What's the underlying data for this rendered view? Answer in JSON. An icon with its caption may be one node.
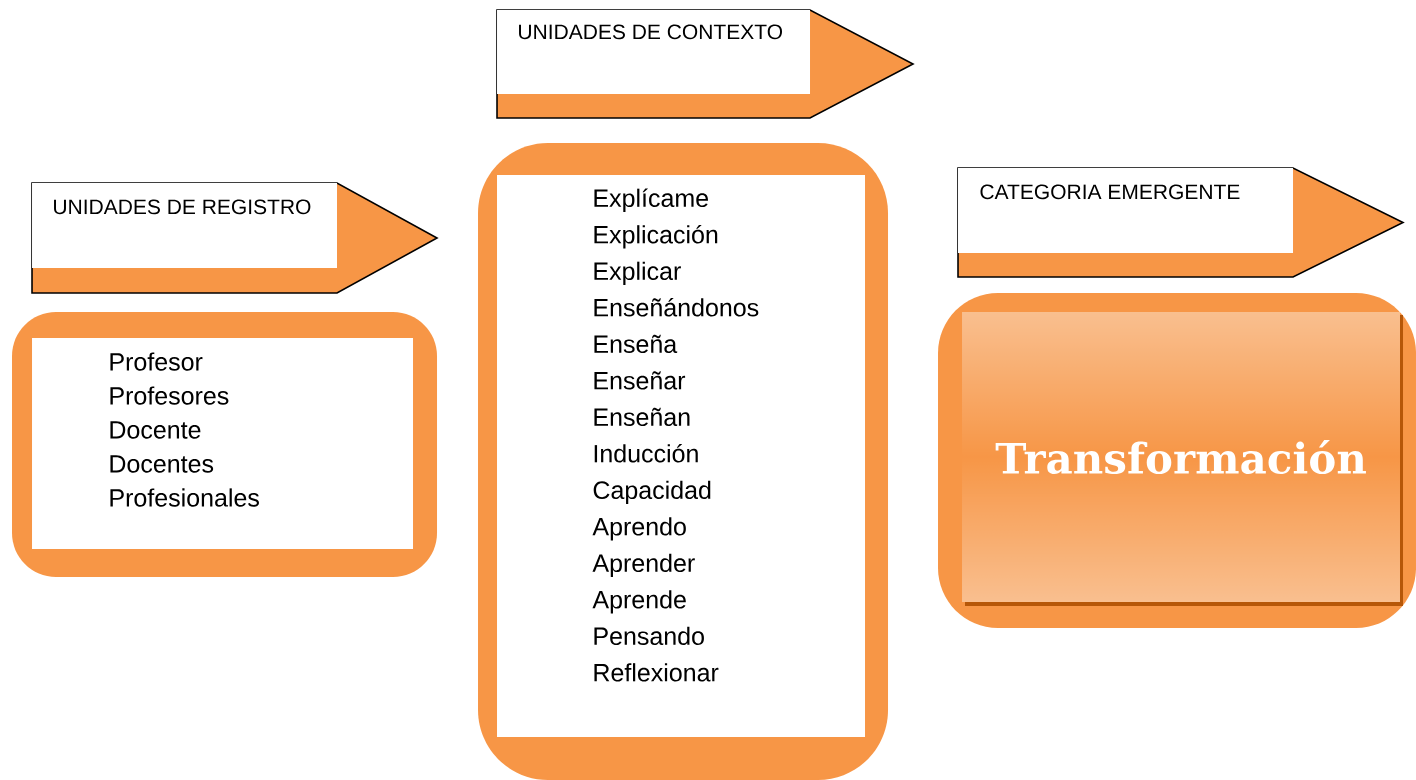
{
  "diagram": {
    "nodes": [
      {
        "text": [
          "UNIDADES DE REGISTRO"
        ]
      },
      {
        "text": [
          "Profesor",
          "Profesores",
          "Docente",
          "Docentes",
          "Profesionales"
        ]
      },
      {
        "text": [
          "UNIDADES DE CONTEXTO"
        ]
      },
      {
        "text": [
          "Explícame",
          "Explicación",
          "Explicar",
          "Enseñándonos",
          "Enseña",
          "Enseñar",
          "Enseñan",
          "Inducción",
          "Capacidad",
          "Aprendo",
          "Aprender",
          "Aprende",
          "Pensando",
          "Reflexionar"
        ]
      },
      {
        "text": [
          "CATEGORIA EMERGENTE"
        ]
      },
      {
        "text": [
          "Transformación"
        ]
      }
    ]
  }
}
